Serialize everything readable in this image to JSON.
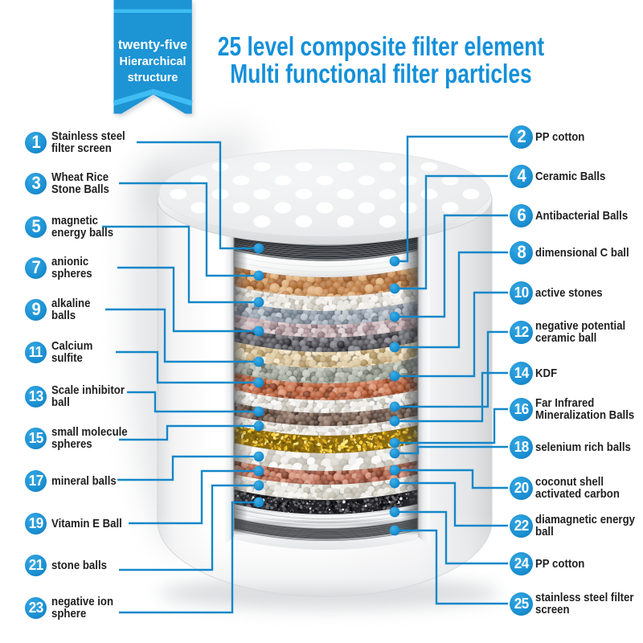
{
  "banner": {
    "lines": [
      "twenty-five",
      "Hierarchical",
      "structure"
    ],
    "color_main": "#1d94d4",
    "color_stripe": "#3fbdf2"
  },
  "title": {
    "line1": "25 level composite filter element",
    "line2": "Multi functional filter particles",
    "color": "#1590d9"
  },
  "accent": {
    "line_color": "#1487c9",
    "dot_color": "#1b8fd0",
    "badge_color": "#1b90d3",
    "text_color": "#1f1f1f"
  },
  "callouts": {
    "left": [
      {
        "num": "1",
        "lines": [
          "Stainless steel",
          "filter screen"
        ]
      },
      {
        "num": "3",
        "lines": [
          "Wheat Rice",
          "Stone Balls"
        ]
      },
      {
        "num": "5",
        "lines": [
          "magnetic",
          "energy balls"
        ]
      },
      {
        "num": "7",
        "lines": [
          "anionic",
          "spheres"
        ]
      },
      {
        "num": "9",
        "lines": [
          "alkaline",
          "balls"
        ]
      },
      {
        "num": "11",
        "lines": [
          "Calcium",
          "sulfite"
        ]
      },
      {
        "num": "13",
        "lines": [
          "Scale inhibitor",
          "ball"
        ]
      },
      {
        "num": "15",
        "lines": [
          "small molecule",
          "spheres"
        ]
      },
      {
        "num": "17",
        "lines": [
          "mineral balls"
        ]
      },
      {
        "num": "19",
        "lines": [
          "Vitamin E Ball"
        ]
      },
      {
        "num": "21",
        "lines": [
          "stone balls"
        ]
      },
      {
        "num": "23",
        "lines": [
          "negative ion",
          "sphere"
        ]
      }
    ],
    "right": [
      {
        "num": "2",
        "lines": [
          "PP cotton"
        ]
      },
      {
        "num": "4",
        "lines": [
          "Ceramic Balls"
        ]
      },
      {
        "num": "6",
        "lines": [
          "Antibacterial Balls"
        ]
      },
      {
        "num": "8",
        "lines": [
          "dimensional C ball"
        ]
      },
      {
        "num": "10",
        "lines": [
          "active stones"
        ]
      },
      {
        "num": "12",
        "lines": [
          "negative potential",
          "ceramic ball"
        ]
      },
      {
        "num": "14",
        "lines": [
          "KDF"
        ]
      },
      {
        "num": "16",
        "lines": [
          "Far Infrared",
          "Mineralization Balls"
        ]
      },
      {
        "num": "18",
        "lines": [
          "selenium rich balls"
        ]
      },
      {
        "num": "20",
        "lines": [
          "coconut shell",
          "activated carbon"
        ]
      },
      {
        "num": "22",
        "lines": [
          "diamagnetic energy",
          "ball"
        ]
      },
      {
        "num": "24",
        "lines": [
          "PP cotton"
        ]
      },
      {
        "num": "25",
        "lines": [
          "stainless steel filter",
          "screen"
        ]
      }
    ]
  },
  "cylinder": {
    "layers": [
      {
        "media": "stainless steel mesh",
        "type": "mesh",
        "base": "#7b7e81",
        "shades": [
          "#34373b",
          "#b0b2b5"
        ]
      },
      {
        "media": "pp cotton",
        "type": "cotton",
        "base": "#f3f4f4",
        "shades": [
          "#ffffff",
          "#dfe1e2"
        ]
      },
      {
        "media": "wheat rice stone balls",
        "type": "balls",
        "base": "#c08048",
        "shades": [
          "#cf9b63",
          "#b06c34",
          "#dfb07c",
          "#9a5a28"
        ]
      },
      {
        "media": "ceramic balls",
        "type": "balls",
        "base": "#e9e6e0",
        "shades": [
          "#f6f4f0",
          "#d5d0c6",
          "#c2bcb0",
          "#efece7"
        ]
      },
      {
        "media": "magnetic energy balls",
        "type": "balls",
        "base": "#95a0ac",
        "shades": [
          "#adb6c0",
          "#7d8997",
          "#687482",
          "#bcc4cc"
        ]
      },
      {
        "media": "antibacterial balls",
        "type": "balls",
        "base": "#c2abae",
        "shades": [
          "#d3c1c3",
          "#a89095",
          "#8f767c",
          "#dccfd1"
        ]
      },
      {
        "media": "anionic spheres",
        "type": "balls",
        "base": "#55555b",
        "shades": [
          "#6a6a71",
          "#404046",
          "#2e2e33",
          "#7d7d84"
        ]
      },
      {
        "media": "dimensional C balls",
        "type": "balls",
        "base": "#ddc8a0",
        "shades": [
          "#ebdaba",
          "#c8ad80",
          "#ae925e",
          "#f3e7cc"
        ]
      },
      {
        "media": "alkaline balls",
        "type": "balls",
        "base": "#a0a598",
        "shades": [
          "#b6bab0",
          "#888e80",
          "#6e7468",
          "#c6cabf"
        ]
      },
      {
        "media": "active stones",
        "type": "balls",
        "base": "#b95e38",
        "shades": [
          "#cd7a54",
          "#9f4926",
          "#81361a",
          "#da9271"
        ]
      },
      {
        "media": "calcium sulfite balls",
        "type": "balls",
        "base": "#edebe6",
        "shades": [
          "#f8f7f4",
          "#dad5cc",
          "#c6c0b4"
        ]
      },
      {
        "media": "negative potential balls",
        "type": "balls",
        "base": "#6e5749",
        "shades": [
          "#836859",
          "#584338",
          "#413128",
          "#94796a"
        ]
      },
      {
        "media": "scale inhibitor balls",
        "type": "balls",
        "base": "#efede8",
        "shades": [
          "#faf9f6",
          "#dcd8cf",
          "#c9c3b8"
        ]
      },
      {
        "media": "KDF",
        "type": "flakes",
        "base": "#8a6a10",
        "shades": [
          "#f6cf3a",
          "#dfb224",
          "#c6951a",
          "#a87c12",
          "#fce98c",
          "#6e5608"
        ]
      },
      {
        "media": "small molecule spheres",
        "type": "balls",
        "base": "#f1efeb",
        "shades": [
          "#fbfaf8",
          "#dbd7cf",
          "#c4bfb4"
        ]
      },
      {
        "media": "far infrared balls",
        "type": "balls",
        "base": "#b05f46",
        "shades": [
          "#c27860",
          "#984d36",
          "#7b3a25",
          "#d29179"
        ]
      },
      {
        "media": "mineral balls",
        "type": "balls",
        "base": "#ebe9e3",
        "shades": [
          "#f6f5f1",
          "#d6d2c8",
          "#c3beb2"
        ]
      },
      {
        "media": "coconut shell activated carbon",
        "type": "grains",
        "base": "#232327",
        "shades": [
          "#0e0e11",
          "#3a3a40",
          "#54545b",
          "#6d6d75",
          "#ffffff"
        ]
      },
      {
        "media": "pp cotton",
        "type": "silver",
        "base": "#dcdee0",
        "shades": [
          "#ffffff",
          "#c0c2c5"
        ]
      },
      {
        "media": "stainless steel mesh",
        "type": "mesh2",
        "base": "#a2a4a7",
        "shades": [
          "#515356",
          "#d4d6d8"
        ]
      }
    ]
  }
}
